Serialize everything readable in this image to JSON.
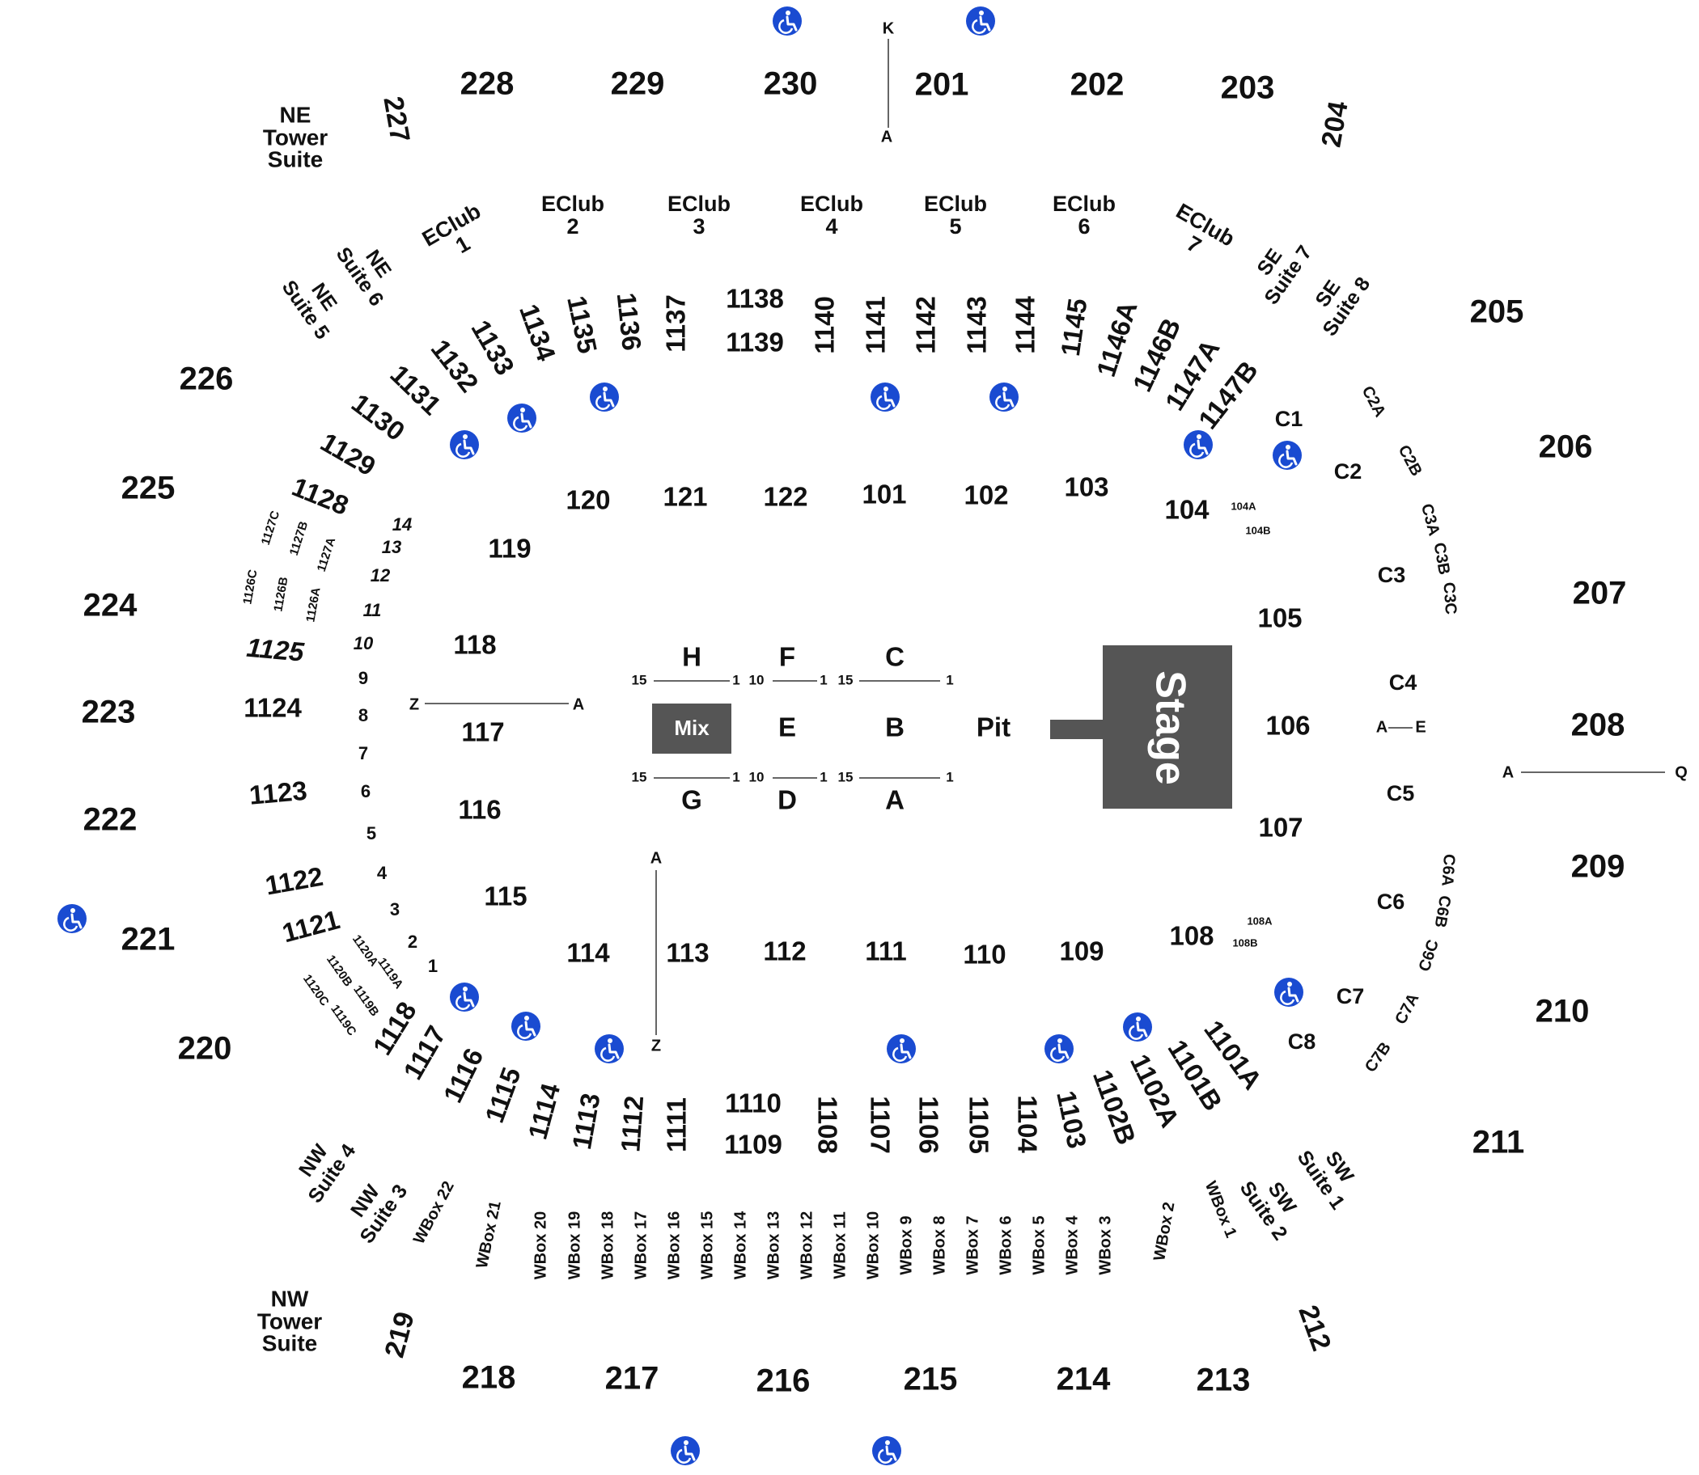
{
  "colors": {
    "text": "#111111",
    "stage": "#555555",
    "mix": "#555555",
    "accessible": "#1a4bd1",
    "line": "#333333"
  },
  "icons": {
    "accessible": "wheelchair-icon"
  },
  "stage": {
    "label": "Stage"
  },
  "floor": {
    "mix": "Mix",
    "pit": "Pit",
    "sections": [
      "H",
      "F",
      "C",
      "E",
      "B",
      "G",
      "D",
      "A"
    ],
    "seat_ranges": {
      "h_start": "15",
      "h_end": "1",
      "f_start": "10",
      "f_end": "1",
      "c_start": "15",
      "c_end": "1",
      "g_start": "15",
      "g_end": "1",
      "d_start": "10",
      "d_end": "1",
      "a_start": "15",
      "a_end": "1"
    }
  },
  "row_guides": {
    "top": [
      "K",
      "A"
    ],
    "left": [
      "Z",
      "A"
    ],
    "center": [
      "A",
      "Z"
    ],
    "right": [
      "A",
      "Q"
    ],
    "c_sections": [
      "A",
      "E"
    ]
  },
  "sections_100": [
    "120",
    "121",
    "122",
    "101",
    "102",
    "103",
    "104",
    "119",
    "118",
    "117",
    "116",
    "115",
    "114",
    "113",
    "112",
    "111",
    "110",
    "109",
    "108",
    "105",
    "106",
    "107"
  ],
  "sections_100_sub": [
    "104A",
    "104B",
    "108A",
    "108B"
  ],
  "sections_200": [
    "228",
    "229",
    "230",
    "201",
    "202",
    "203",
    "204",
    "227",
    "226",
    "225",
    "224",
    "223",
    "222",
    "221",
    "220",
    "205",
    "206",
    "207",
    "208",
    "209",
    "210",
    "211",
    "212",
    "213",
    "214",
    "215",
    "216",
    "217",
    "218",
    "219"
  ],
  "sections_1100_top": [
    "1138",
    "1139",
    "1137",
    "1136",
    "1135",
    "1134",
    "1133",
    "1132",
    "1131",
    "1130",
    "1129",
    "1128",
    "1140",
    "1141",
    "1142",
    "1143",
    "1144",
    "1145",
    "1146A",
    "1146B",
    "1147A",
    "1147B"
  ],
  "sections_1100_left": [
    "1127C",
    "1127B",
    "1127A",
    "1126C",
    "1126B",
    "1126A",
    "1125",
    "1124",
    "1123",
    "1122",
    "1121"
  ],
  "sections_1100_bottom": [
    "1120A",
    "1119A",
    "1120B",
    "1119B",
    "1120C",
    "1119C",
    "1118",
    "1117",
    "1116",
    "1115",
    "1114",
    "1113",
    "1112",
    "1111",
    "1110",
    "1109",
    "1108",
    "1107",
    "1106",
    "1105",
    "1104",
    "1103",
    "1102B",
    "1102A",
    "1101B",
    "1101A"
  ],
  "left_rows": [
    "14",
    "13",
    "12",
    "11",
    "10",
    "9",
    "8",
    "7",
    "6",
    "5",
    "4",
    "3",
    "2",
    "1"
  ],
  "eclubs": [
    {
      "name": "EClub",
      "num": "1"
    },
    {
      "name": "EClub",
      "num": "2"
    },
    {
      "name": "EClub",
      "num": "3"
    },
    {
      "name": "EClub",
      "num": "4"
    },
    {
      "name": "EClub",
      "num": "5"
    },
    {
      "name": "EClub",
      "num": "6"
    },
    {
      "name": "EClub",
      "num": "7"
    }
  ],
  "suites": {
    "ne_tower": [
      "NE",
      "Tower",
      "Suite"
    ],
    "nw_tower": [
      "NW",
      "Tower",
      "Suite"
    ],
    "ne6": [
      "NE",
      "Suite 6"
    ],
    "ne5": [
      "NE",
      "Suite 5"
    ],
    "se7": [
      "SE",
      "Suite 7"
    ],
    "se8": [
      "SE",
      "Suite 8"
    ],
    "nw4": [
      "NW",
      "Suite 4"
    ],
    "nw3": [
      "NW",
      "Suite 3"
    ],
    "sw1": [
      "SW",
      "Suite 1"
    ],
    "sw2": [
      "SW",
      "Suite 2"
    ]
  },
  "c_sections": [
    "C1",
    "C2A",
    "C2",
    "C2B",
    "C3A",
    "C3B",
    "C3C",
    "C3",
    "C4",
    "C5",
    "C6A",
    "C6B",
    "C6",
    "C6C",
    "C7A",
    "C7",
    "C7B",
    "C8"
  ],
  "wboxes": [
    "WBox 22",
    "WBox 21",
    "WBox 20",
    "WBox 19",
    "WBox 18",
    "WBox 17",
    "WBox 16",
    "WBox 15",
    "WBox 14",
    "WBox 13",
    "WBox 12",
    "WBox 11",
    "WBox 10",
    "WBox 9",
    "WBox 8",
    "WBox 7",
    "WBox 6",
    "WBox 5",
    "WBox 4",
    "WBox 3",
    "WBox 2",
    "WBox 1"
  ]
}
